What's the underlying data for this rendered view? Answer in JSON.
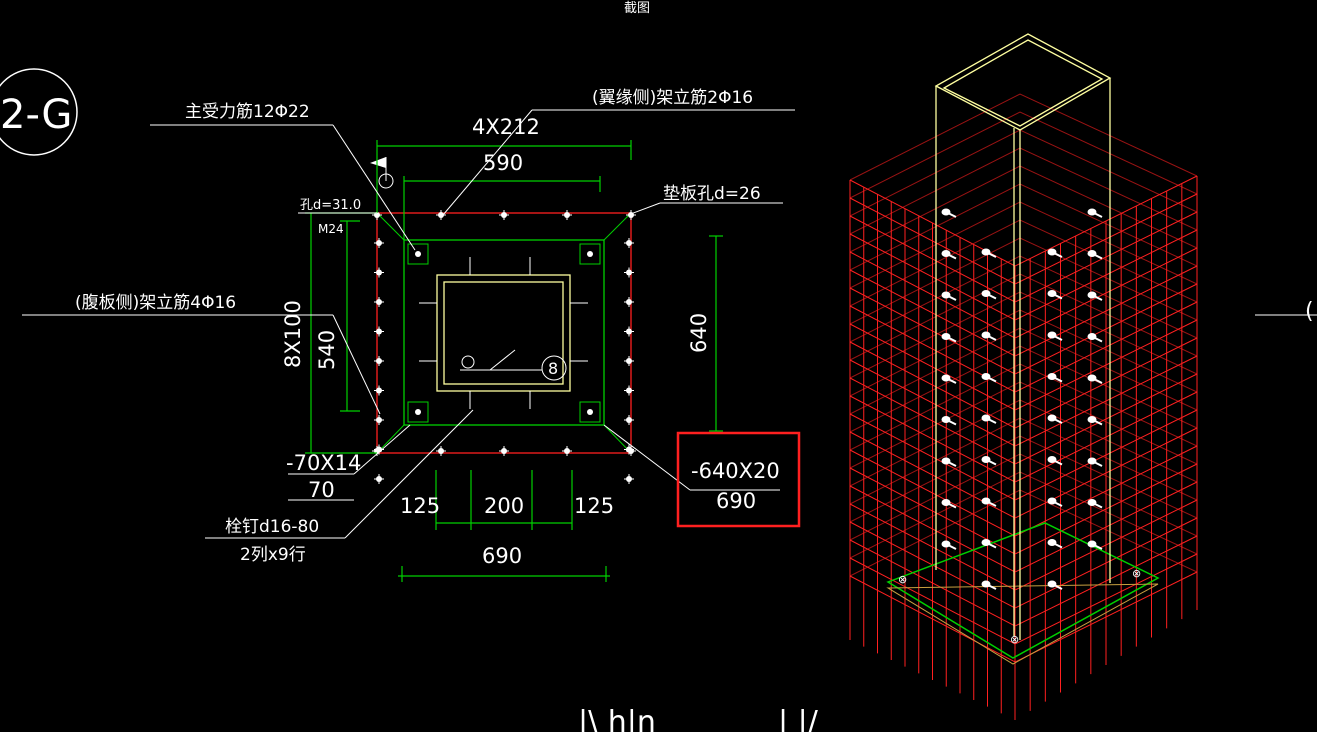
{
  "top_label": "截图",
  "axis_tag": "2-G",
  "labels": {
    "main_rebar": "主受力筋12Φ22",
    "flange_rebar": "(翼缘侧)架立筋2Φ16",
    "web_rebar": "(腹板侧)架立筋4Φ16",
    "hole_d": "孔d=31.0",
    "bolt": "M24",
    "pad_hole": "垫板孔d=26",
    "pad_plate_spec": "-70X14",
    "pad_plate_len": "70",
    "stud_spec": "栓钉d16-80",
    "stud_layout": "2列x9行",
    "base_plate_spec": "-640X20",
    "base_plate_len": "690",
    "weld_mark": "8",
    "right_edge_fragment": "(",
    "bottom_fragment_1": "|\\ h|n",
    "bottom_fragment_2": "|  |/"
  },
  "dims": {
    "top_spacing": "4X212",
    "top_width": "590",
    "left_spacing": "8X100",
    "left_height": "540",
    "right_height": "640",
    "bottom_a": "125",
    "bottom_b": "200",
    "bottom_c": "125",
    "bottom_total": "690"
  },
  "colors": {
    "background": "#000000",
    "rebar": "#ff2020",
    "dimension": "#00d000",
    "steel": "#ffffa0",
    "text": "#ffffff",
    "highlight": "#ff2020"
  }
}
